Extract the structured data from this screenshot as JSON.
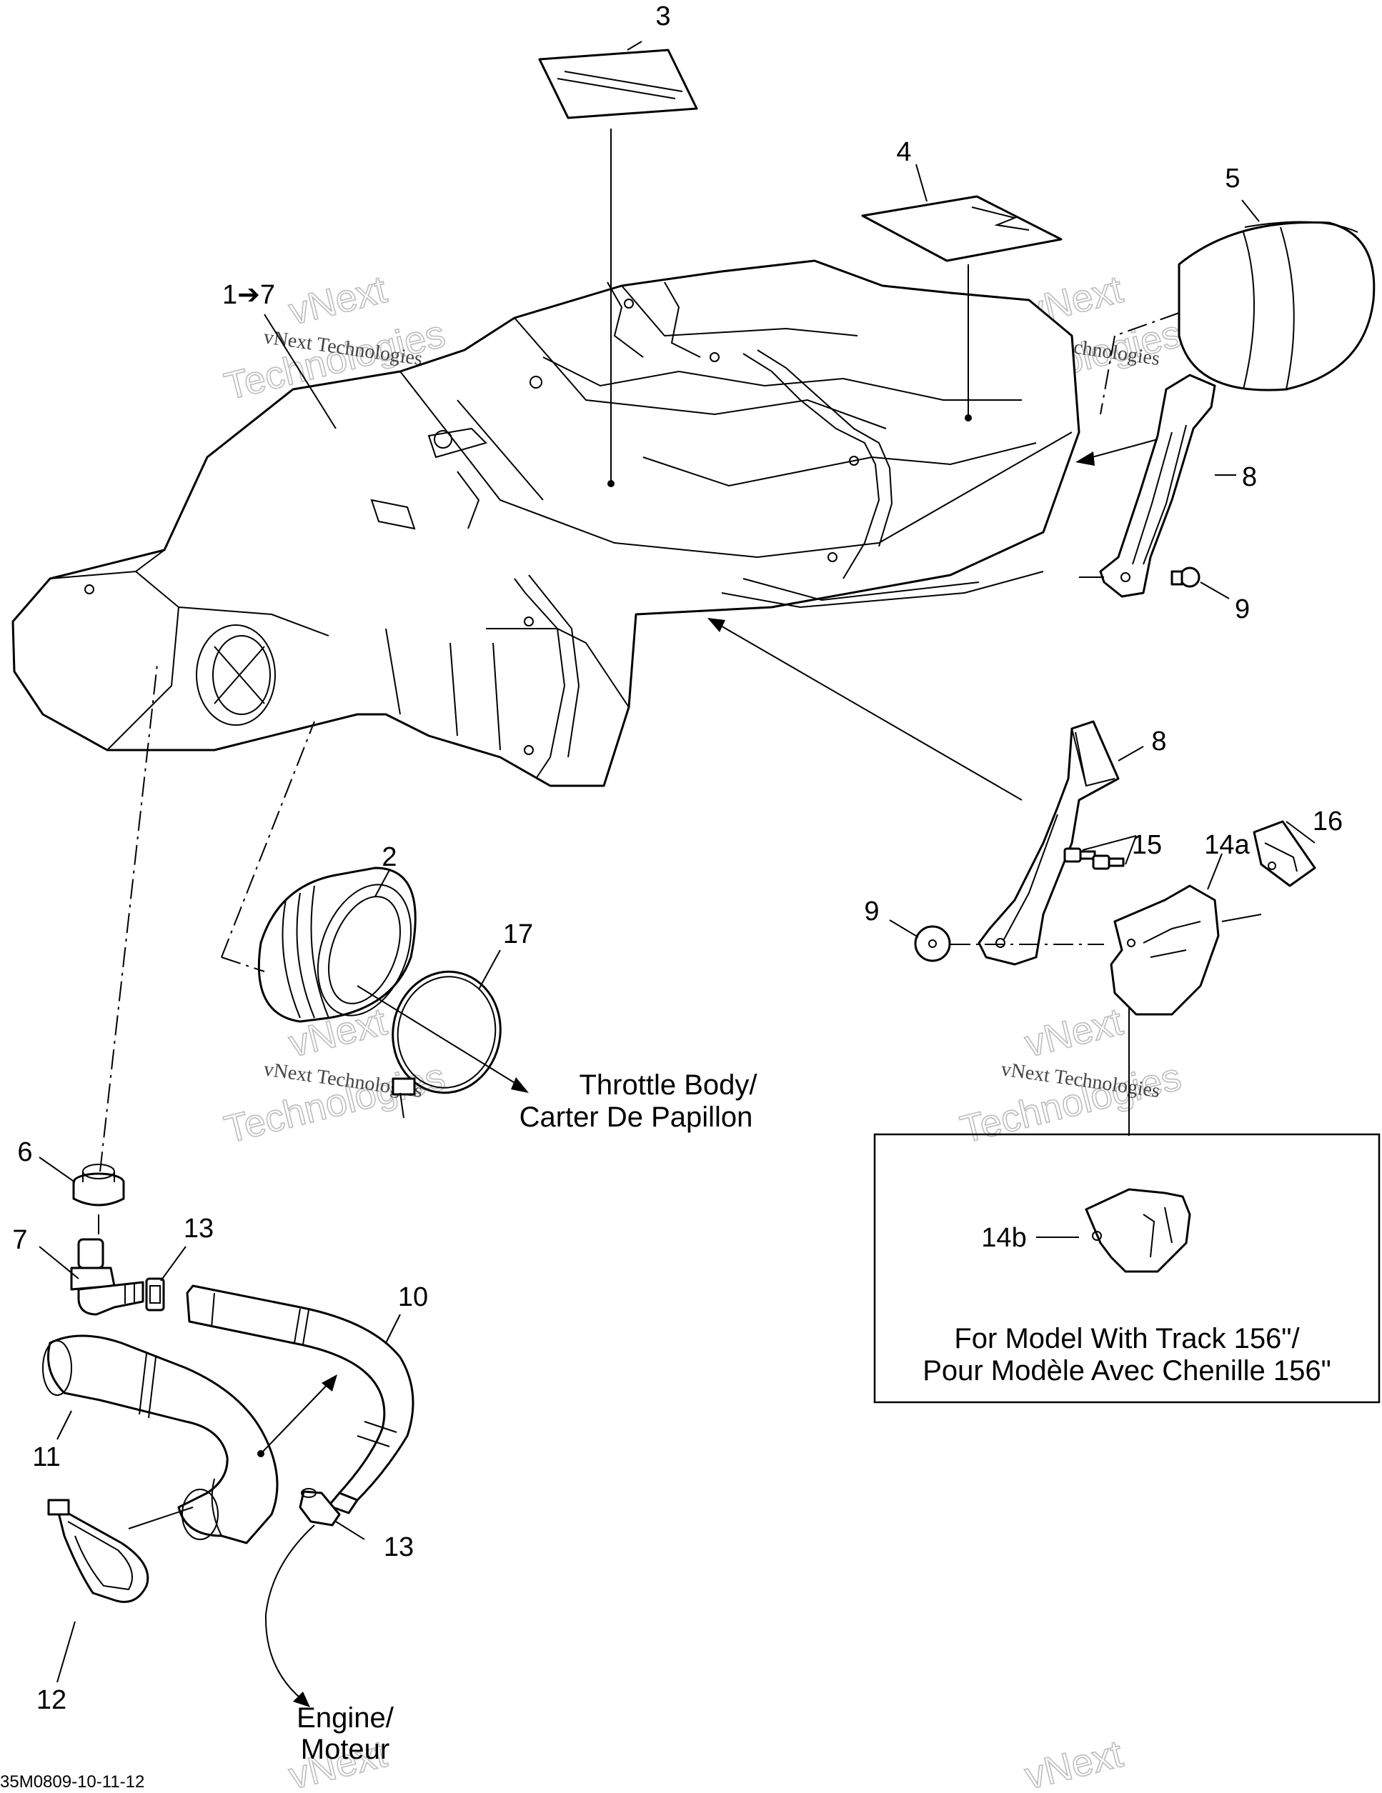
{
  "callouts": {
    "c1_7": "1➔7",
    "c2": "2",
    "c3": "3",
    "c4": "4",
    "c5": "5",
    "c6": "6",
    "c7": "7",
    "c8a": "8",
    "c8b": "8",
    "c9a": "9",
    "c9b": "9",
    "c10": "10",
    "c11": "11",
    "c12": "12",
    "c13a": "13",
    "c13b": "13",
    "c14a": "14a",
    "c14b": "14b",
    "c15": "15",
    "c16": "16",
    "c17": "17"
  },
  "notes": {
    "throttle_line1": "Throttle Body/",
    "throttle_line2": "Carter De Papillon",
    "engine_line1": "Engine/",
    "engine_line2": "Moteur",
    "model_line1": "For Model With Track 156\"/",
    "model_line2": "Pour Modèle Avec Chenille 156\""
  },
  "watermark": {
    "small": "vNext Technologies",
    "big_word1": "vNext",
    "big_word2": "Technologies"
  },
  "drawing_code": "35M0809-10-11-12"
}
